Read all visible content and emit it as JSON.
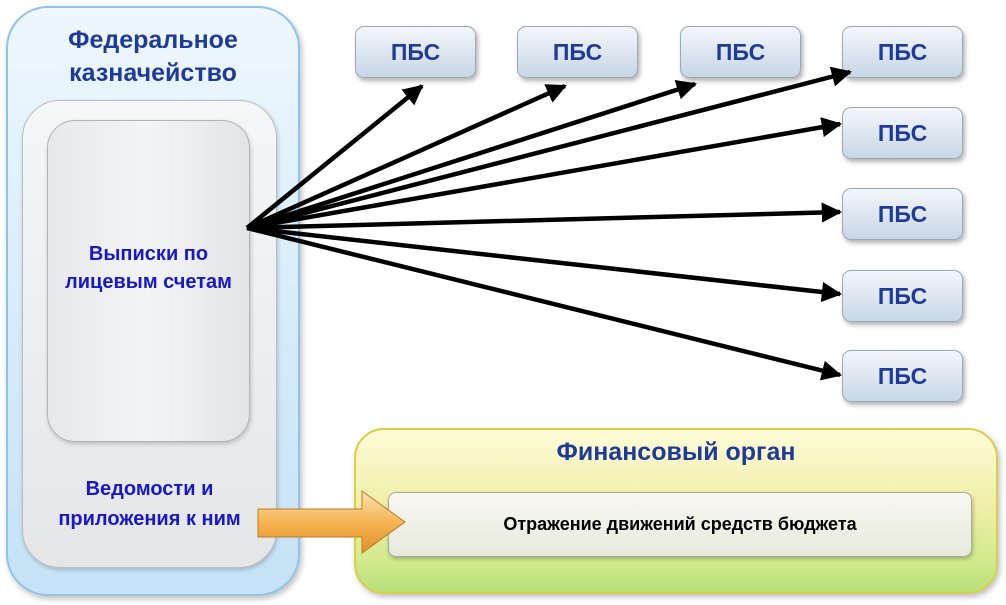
{
  "federal": {
    "title": "Федеральное казначейство",
    "card_text": "Выписки по лицевым счетам",
    "ved_text": "Ведомости и приложения к ним"
  },
  "pbs_label": "ПБС",
  "pbs_count": 8,
  "finance": {
    "title": "Финансовый орган",
    "inner_text": "Отражение движений средств бюджета"
  },
  "colors": {
    "title_blue": "#1f3b9a",
    "text_blue": "#1818c8",
    "arrow": "#000000",
    "orange_arrow": "#f0a030"
  }
}
